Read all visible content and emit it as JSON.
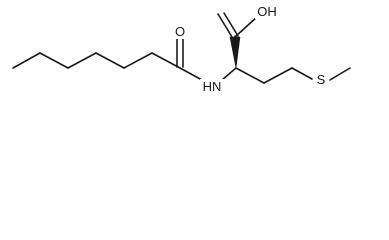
{
  "molecule": {
    "atoms": {
      "carbonyl_oxygen": "O",
      "amide_nitrogen": "HN",
      "acid_hydroxyl": "OH",
      "sulfur": "S"
    },
    "colors": {
      "bond": "#1a1a1a",
      "label": "#1a1a1a",
      "background": "#ffffff"
    }
  }
}
